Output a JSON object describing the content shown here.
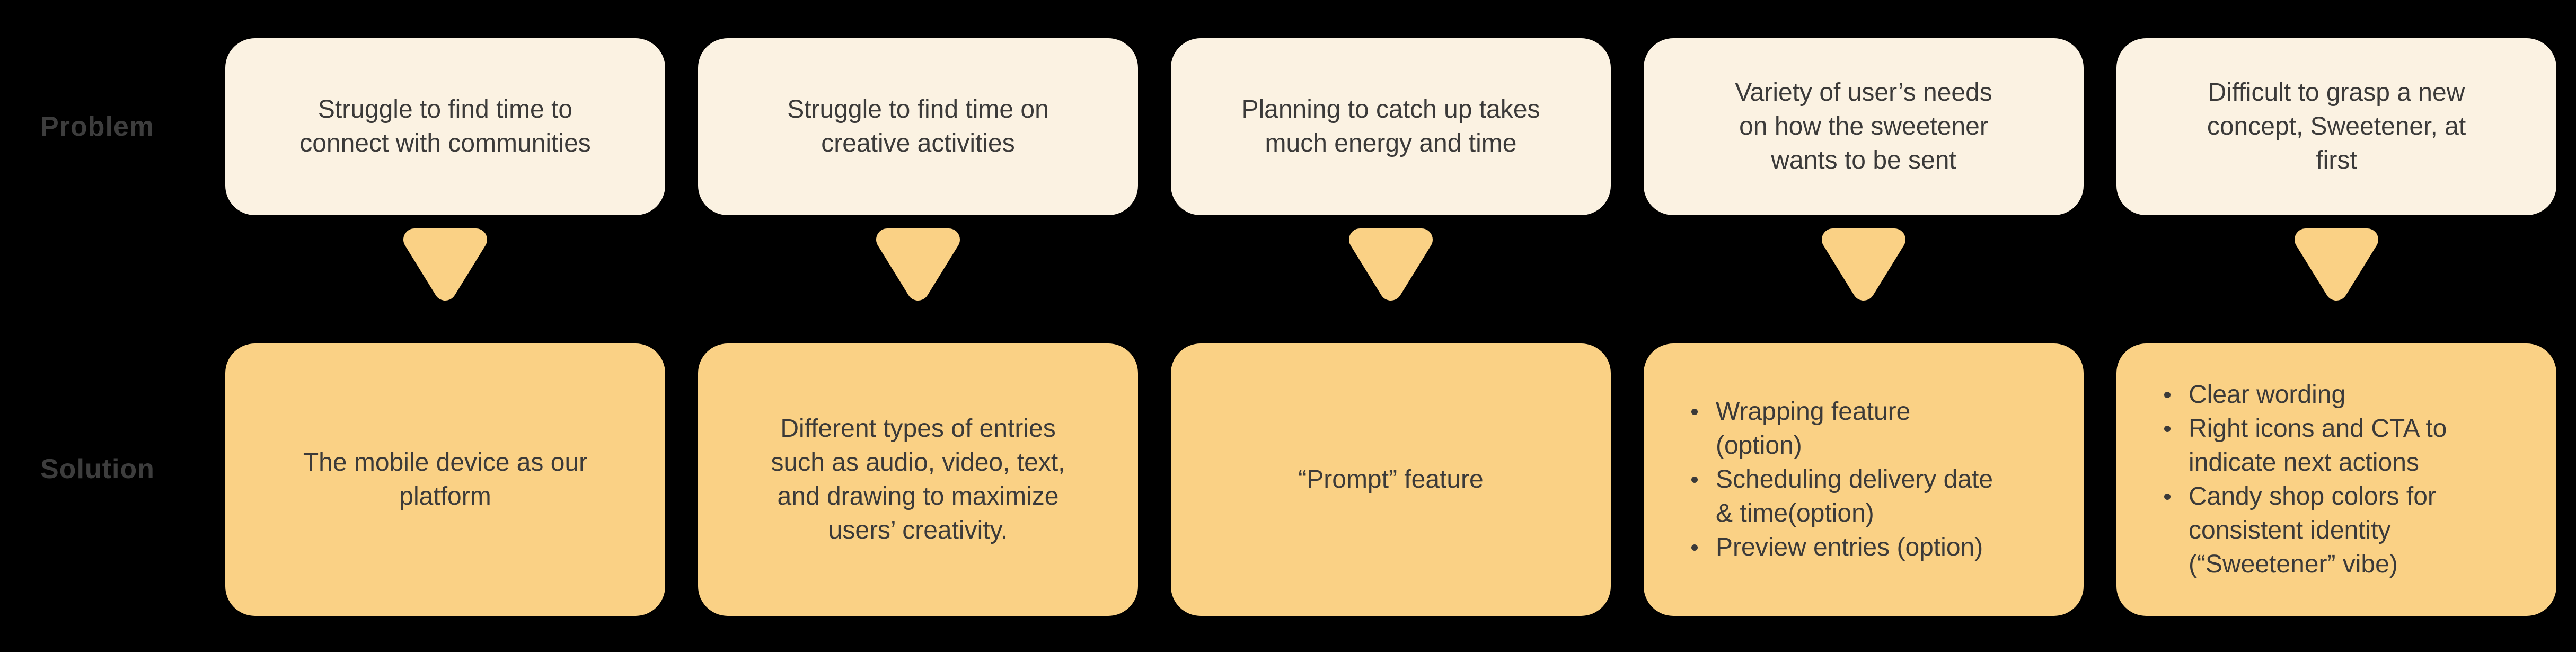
{
  "page": {
    "background": "#000000"
  },
  "colors": {
    "page_bg": "#000000",
    "problem_card_bg": "#FBF2E2",
    "solution_card_bg": "#FAD185",
    "arrow": "#FAD185",
    "label_text": "#3D3D3D",
    "card_text": "#3B3A39"
  },
  "labels": {
    "problem": "Problem",
    "solution": "Solution"
  },
  "columns": [
    {
      "problem": "Struggle to find time to\nconnect with communities",
      "solution": {
        "text": "The mobile device as our\nplatform"
      }
    },
    {
      "problem": "Struggle to find time on\ncreative activities",
      "solution": {
        "text": "Different types of entries\nsuch as audio, video, text,\nand drawing to maximize\nusers’ creativity."
      }
    },
    {
      "problem": "Planning to catch up takes\nmuch energy and time",
      "solution": {
        "text": "“Prompt” feature"
      }
    },
    {
      "problem": "Variety of user’s needs\non how the sweetener\nwants to be sent",
      "solution": {
        "items": [
          "Wrapping feature\n(option)",
          "Scheduling delivery date\n& time(option)",
          "Preview entries (option)"
        ]
      }
    },
    {
      "problem": "Difficult to grasp a new\nconcept, Sweetener, at\nfirst",
      "solution": {
        "items": [
          "Clear wording",
          "Right icons and CTA to\nindicate next actions",
          "Candy shop colors for\nconsistent identity\n(“Sweetener” vibe)"
        ]
      }
    }
  ]
}
